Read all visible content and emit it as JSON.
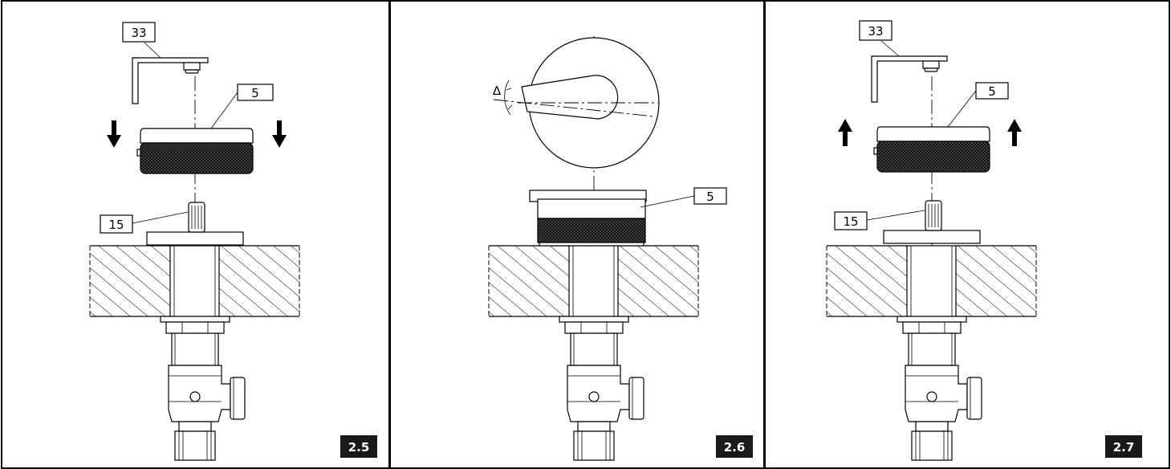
{
  "panels": [
    {
      "figure_label": "2.5",
      "callouts": {
        "bracket": "33",
        "knob": "5",
        "spindle": "15"
      },
      "arrow_direction": "down"
    },
    {
      "figure_label": "2.6",
      "callouts": {
        "knob": "5"
      },
      "angle_symbol": "∆"
    },
    {
      "figure_label": "2.7",
      "callouts": {
        "bracket": "33",
        "knob": "5",
        "spindle": "15"
      },
      "arrow_direction": "up"
    }
  ],
  "colors": {
    "line": "#000000",
    "badge": "#1a1a1a",
    "background": "#ffffff"
  }
}
